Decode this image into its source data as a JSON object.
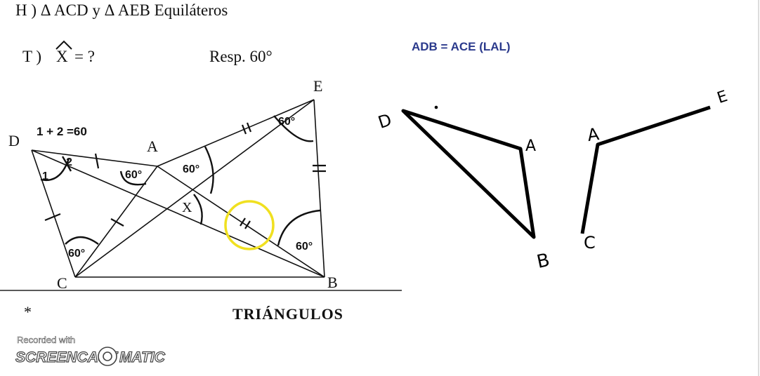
{
  "hypothesis": "H )  Δ ACD   y  Δ AEB Equiláteros",
  "thesis_label": "T )",
  "thesis_var": "X",
  "thesis_eq": "= ?",
  "answer": "Resp.  60°",
  "angle_note": "1 + 2 =60",
  "footer_left": "*",
  "footer_title": "TRIÁNGULOS",
  "note": "ADB = ACE (LAL)",
  "points": {
    "D": "D",
    "A": "A",
    "E": "E",
    "C": "C",
    "B": "B",
    "X": "X"
  },
  "angle_labels": {
    "one": "1",
    "two": "2",
    "a": "60°",
    "b": "60°",
    "e": "60°",
    "c": "60°",
    "bb": "60°"
  },
  "sketch_labels": {
    "d": "D",
    "a1": "A",
    "b": "B",
    "a2": "A",
    "e": "E",
    "c": "C"
  },
  "watermark": {
    "line1": "Recorded with",
    "line2a": "SCREENCAST",
    "line2b": "MATIC"
  },
  "colors": {
    "note": "#2b3a8c",
    "highlight": "#f0e020",
    "ink": "#111111"
  }
}
